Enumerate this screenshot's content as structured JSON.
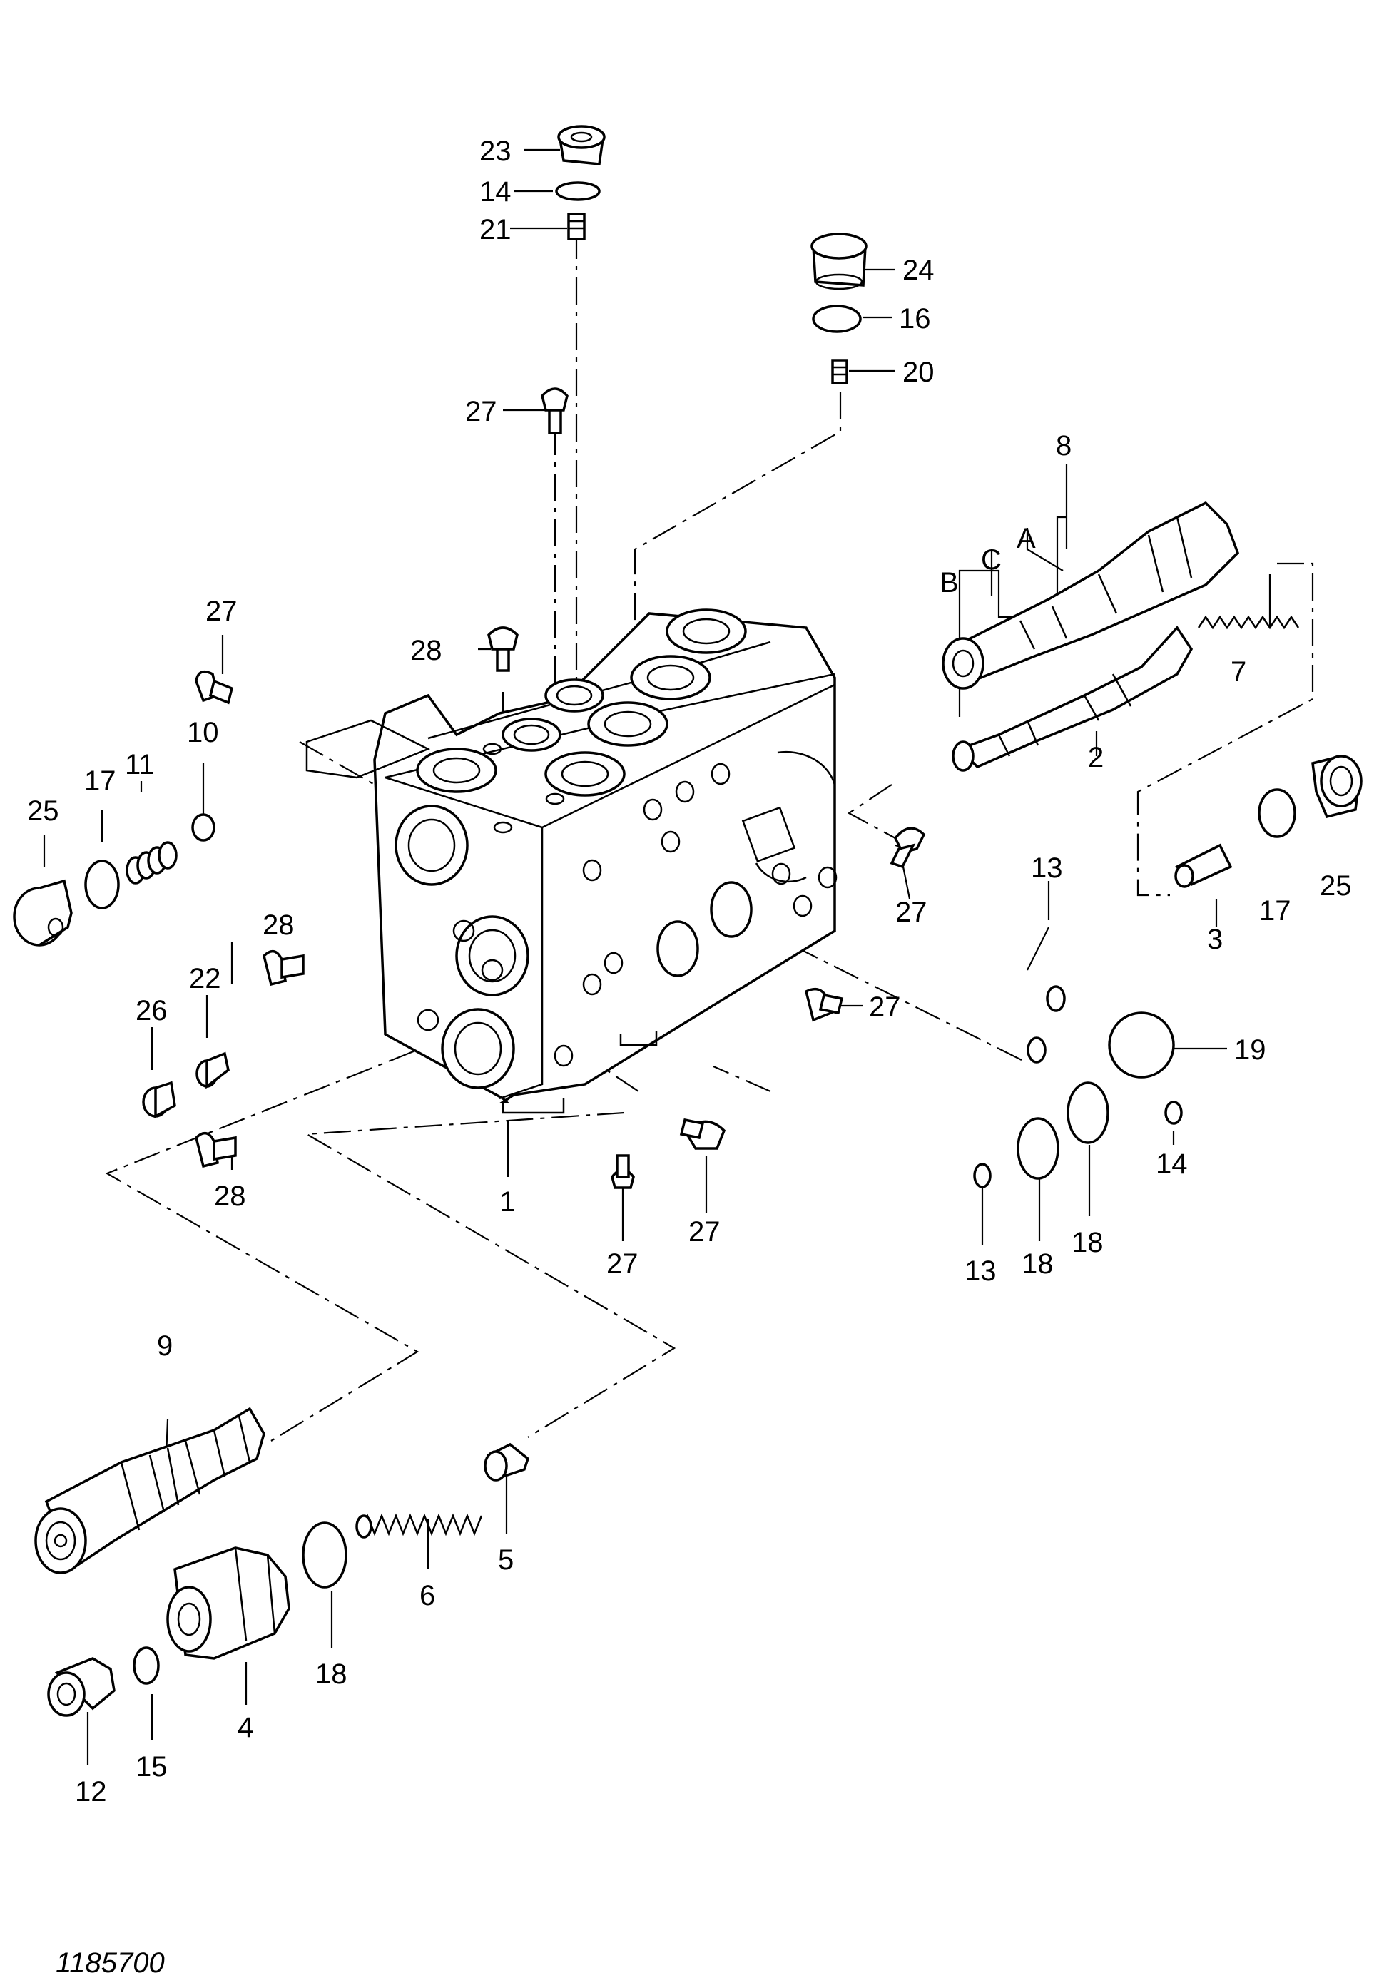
{
  "drawing_number": "1185700",
  "callouts": {
    "c1": "1",
    "c2": "2",
    "c3": "3",
    "c4": "4",
    "c5": "5",
    "c6": "6",
    "c7": "7",
    "c8": "8",
    "c9": "9",
    "c10": "10",
    "c11": "11",
    "c12": "12",
    "c13a": "13",
    "c13b": "13",
    "c14a": "14",
    "c14b": "14",
    "c15": "15",
    "c16": "16",
    "c17a": "17",
    "c17b": "17",
    "c18a": "18",
    "c18b": "18",
    "c18c": "18",
    "c19": "19",
    "c20": "20",
    "c21": "21",
    "c22": "22",
    "c23": "23",
    "c24": "24",
    "c25a": "25",
    "c25b": "25",
    "c26": "26",
    "c27a": "27",
    "c27b": "27",
    "c27c": "27",
    "c27d": "27",
    "c27e": "27",
    "c27f": "27",
    "c28a": "28",
    "c28b": "28",
    "c28c": "28",
    "cA": "A",
    "cB": "B",
    "cC": "C"
  }
}
